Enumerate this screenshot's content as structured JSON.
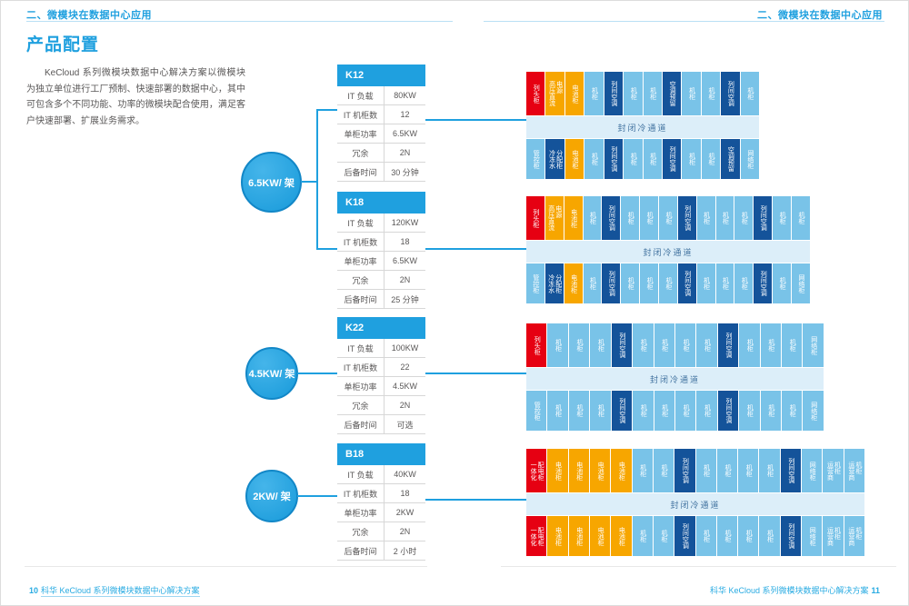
{
  "page": {
    "header_left": "二、微模块在数据中心应用",
    "header_right": "二、微模块在数据中心应用",
    "title": "产品配置",
    "intro": "KeCloud 系列微模块数据中心解决方案以微模块为独立单位进行工厂预制、快速部署的数据中心，其中可包含多个不同功能、功率的微模块配合使用，满足客户快速部署、扩展业务需求。",
    "footer_left_page": "10",
    "footer_left_text": "科华 KeCloud 系列微模块数据中心解决方案",
    "footer_right_text": "科华 KeCloud 系列微模块数据中心解决方案",
    "footer_right_page": "11"
  },
  "groups": [
    {
      "power": "6.5KW/ 架"
    },
    {
      "power": "4.5KW/ 架"
    },
    {
      "power": "2KW/ 架"
    }
  ],
  "tables": [
    {
      "id": "K12",
      "rows": [
        [
          "IT 负载",
          "80KW"
        ],
        [
          "IT 机柜数",
          "12"
        ],
        [
          "单柜功率",
          "6.5KW"
        ],
        [
          "冗余",
          "2N"
        ],
        [
          "后备时间",
          "30 分钟"
        ]
      ]
    },
    {
      "id": "K18",
      "rows": [
        [
          "IT 负载",
          "120KW"
        ],
        [
          "IT 机柜数",
          "18"
        ],
        [
          "单柜功率",
          "6.5KW"
        ],
        [
          "冗余",
          "2N"
        ],
        [
          "后备时间",
          "25 分钟"
        ]
      ]
    },
    {
      "id": "K22",
      "rows": [
        [
          "IT 负载",
          "100KW"
        ],
        [
          "IT 机柜数",
          "22"
        ],
        [
          "单柜功率",
          "4.5KW"
        ],
        [
          "冗余",
          "2N"
        ],
        [
          "后备时间",
          "可选"
        ]
      ]
    },
    {
      "id": "B18",
      "rows": [
        [
          "IT 负载",
          "40KW"
        ],
        [
          "IT 机柜数",
          "18"
        ],
        [
          "单柜功率",
          "2KW"
        ],
        [
          "冗余",
          "2N"
        ],
        [
          "后备时间",
          "2 小时"
        ]
      ]
    }
  ],
  "diagrams": [
    {
      "id": "K12",
      "aisle": "封闭冷通道",
      "top": [
        [
          "列头柜",
          "red"
        ],
        [
          "高压直流\n电源",
          "orange"
        ],
        [
          "电池柜",
          "orange"
        ],
        [
          "机柜",
          "light"
        ],
        [
          "列间空调",
          "dark"
        ],
        [
          "机柜",
          "light"
        ],
        [
          "机柜",
          "light"
        ],
        [
          "空调预留",
          "dark"
        ],
        [
          "机柜",
          "light"
        ],
        [
          "机柜",
          "light"
        ],
        [
          "列间空调",
          "dark"
        ],
        [
          "机柜",
          "light"
        ]
      ],
      "bottom": [
        [
          "管控柜",
          "light"
        ],
        [
          "冷冻水\n分配柜",
          "dark"
        ],
        [
          "电池柜",
          "orange"
        ],
        [
          "机柜",
          "light"
        ],
        [
          "列间空调",
          "dark"
        ],
        [
          "机柜",
          "light"
        ],
        [
          "机柜",
          "light"
        ],
        [
          "列间空调",
          "dark"
        ],
        [
          "机柜",
          "light"
        ],
        [
          "机柜",
          "light"
        ],
        [
          "空调预留",
          "dark"
        ],
        [
          "网络柜",
          "light"
        ]
      ]
    },
    {
      "id": "K18",
      "aisle": "封闭冷通道",
      "top": [
        [
          "列头柜",
          "red"
        ],
        [
          "高压直流\n电源",
          "orange"
        ],
        [
          "电池柜",
          "orange"
        ],
        [
          "机柜",
          "light"
        ],
        [
          "列间空调",
          "dark"
        ],
        [
          "机柜",
          "light"
        ],
        [
          "机柜",
          "light"
        ],
        [
          "机柜",
          "light"
        ],
        [
          "列间空调",
          "dark"
        ],
        [
          "机柜",
          "light"
        ],
        [
          "机柜",
          "light"
        ],
        [
          "机柜",
          "light"
        ],
        [
          "列间空调",
          "dark"
        ],
        [
          "机柜",
          "light"
        ],
        [
          "机柜",
          "light"
        ]
      ],
      "bottom": [
        [
          "管控柜",
          "light"
        ],
        [
          "冷冻水\n分配柜",
          "dark"
        ],
        [
          "电池柜",
          "orange"
        ],
        [
          "机柜",
          "light"
        ],
        [
          "列间空调",
          "dark"
        ],
        [
          "机柜",
          "light"
        ],
        [
          "机柜",
          "light"
        ],
        [
          "机柜",
          "light"
        ],
        [
          "列间空调",
          "dark"
        ],
        [
          "机柜",
          "light"
        ],
        [
          "机柜",
          "light"
        ],
        [
          "机柜",
          "light"
        ],
        [
          "列间空调",
          "dark"
        ],
        [
          "机柜",
          "light"
        ],
        [
          "网络柜",
          "light"
        ]
      ]
    },
    {
      "id": "K22",
      "aisle": "封闭冷通道",
      "top": [
        [
          "列头柜",
          "red"
        ],
        [
          "机柜",
          "light"
        ],
        [
          "机柜",
          "light"
        ],
        [
          "机柜",
          "light"
        ],
        [
          "列间空调",
          "dark"
        ],
        [
          "机柜",
          "light"
        ],
        [
          "机柜",
          "light"
        ],
        [
          "机柜",
          "light"
        ],
        [
          "机柜",
          "light"
        ],
        [
          "列间空调",
          "dark"
        ],
        [
          "机柜",
          "light"
        ],
        [
          "机柜",
          "light"
        ],
        [
          "机柜",
          "light"
        ],
        [
          "网络柜",
          "light"
        ]
      ],
      "bottom": [
        [
          "管控柜",
          "light"
        ],
        [
          "机柜",
          "light"
        ],
        [
          "机柜",
          "light"
        ],
        [
          "机柜",
          "light"
        ],
        [
          "列间空调",
          "dark"
        ],
        [
          "机柜",
          "light"
        ],
        [
          "机柜",
          "light"
        ],
        [
          "机柜",
          "light"
        ],
        [
          "机柜",
          "light"
        ],
        [
          "列间空调",
          "dark"
        ],
        [
          "机柜",
          "light"
        ],
        [
          "机柜",
          "light"
        ],
        [
          "机柜",
          "light"
        ],
        [
          "网络柜",
          "light"
        ]
      ]
    },
    {
      "id": "B18",
      "aisle": "封闭冷通道",
      "top": [
        [
          "一体化\n配电柜",
          "red"
        ],
        [
          "电池柜",
          "orange"
        ],
        [
          "电池柜",
          "orange"
        ],
        [
          "电池柜",
          "orange"
        ],
        [
          "电池柜",
          "orange"
        ],
        [
          "机柜",
          "light"
        ],
        [
          "机柜",
          "light"
        ],
        [
          "列间空调",
          "dark"
        ],
        [
          "机柜",
          "light"
        ],
        [
          "机柜",
          "light"
        ],
        [
          "机柜",
          "light"
        ],
        [
          "机柜",
          "light"
        ],
        [
          "列间空调",
          "dark"
        ],
        [
          "网络柜",
          "light"
        ],
        [
          "运营商\n机柜",
          "light"
        ],
        [
          "运营商\n机柜",
          "light"
        ]
      ],
      "bottom": [
        [
          "一体化\n配电柜",
          "red"
        ],
        [
          "电池柜",
          "orange"
        ],
        [
          "电池柜",
          "orange"
        ],
        [
          "电池柜",
          "orange"
        ],
        [
          "电池柜",
          "orange"
        ],
        [
          "机柜",
          "light"
        ],
        [
          "机柜",
          "light"
        ],
        [
          "列间空调",
          "dark"
        ],
        [
          "机柜",
          "light"
        ],
        [
          "机柜",
          "light"
        ],
        [
          "机柜",
          "light"
        ],
        [
          "机柜",
          "light"
        ],
        [
          "列间空调",
          "dark"
        ],
        [
          "网络柜",
          "light"
        ],
        [
          "运营商\n机柜",
          "light"
        ],
        [
          "运营商\n机柜",
          "light"
        ]
      ]
    }
  ],
  "colors": {
    "accent": "#1fa0df",
    "rack_red": "#e60012",
    "rack_orange": "#f7a600",
    "rack_light_blue": "#79c3e8",
    "rack_dark_blue": "#14539a",
    "aisle_band": "#dceef9"
  }
}
